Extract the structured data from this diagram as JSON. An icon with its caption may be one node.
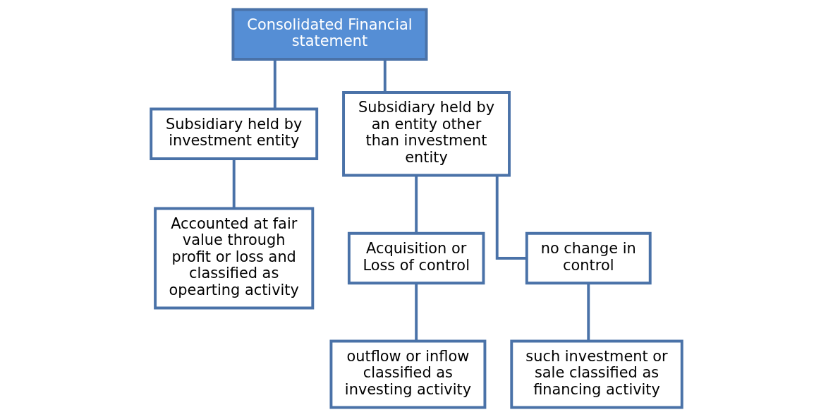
{
  "diagram": {
    "nodes": [
      {
        "text": [
          "Consolidated Financial statement"
        ]
      },
      {
        "text": [
          "Subsidiary held by investment entity"
        ]
      },
      {
        "text": [
          "Subsidiary held by an entity other than investment entity"
        ]
      },
      {
        "text": [
          "Accounted at fair value through profit or loss and classified as opearting activity"
        ]
      },
      {
        "text": [
          "Acquisition or Loss of control"
        ]
      },
      {
        "text": [
          "no change in control"
        ]
      },
      {
        "text": [
          "outflow or inflow classified as investing activity"
        ]
      },
      {
        "text": [
          "such investment or sale classified as financing activity"
        ]
      }
    ],
    "edges": [
      {
        "from": 0,
        "to": 1,
        "arrow": "none"
      },
      {
        "from": 0,
        "to": 2,
        "arrow": "none"
      },
      {
        "from": 1,
        "to": 3,
        "arrow": "none"
      },
      {
        "from": 2,
        "to": 4,
        "arrow": "none"
      },
      {
        "from": 2,
        "to": 5,
        "arrow": "none"
      },
      {
        "from": 4,
        "to": 6,
        "arrow": "none"
      },
      {
        "from": 5,
        "to": 7,
        "arrow": "none"
      }
    ]
  }
}
